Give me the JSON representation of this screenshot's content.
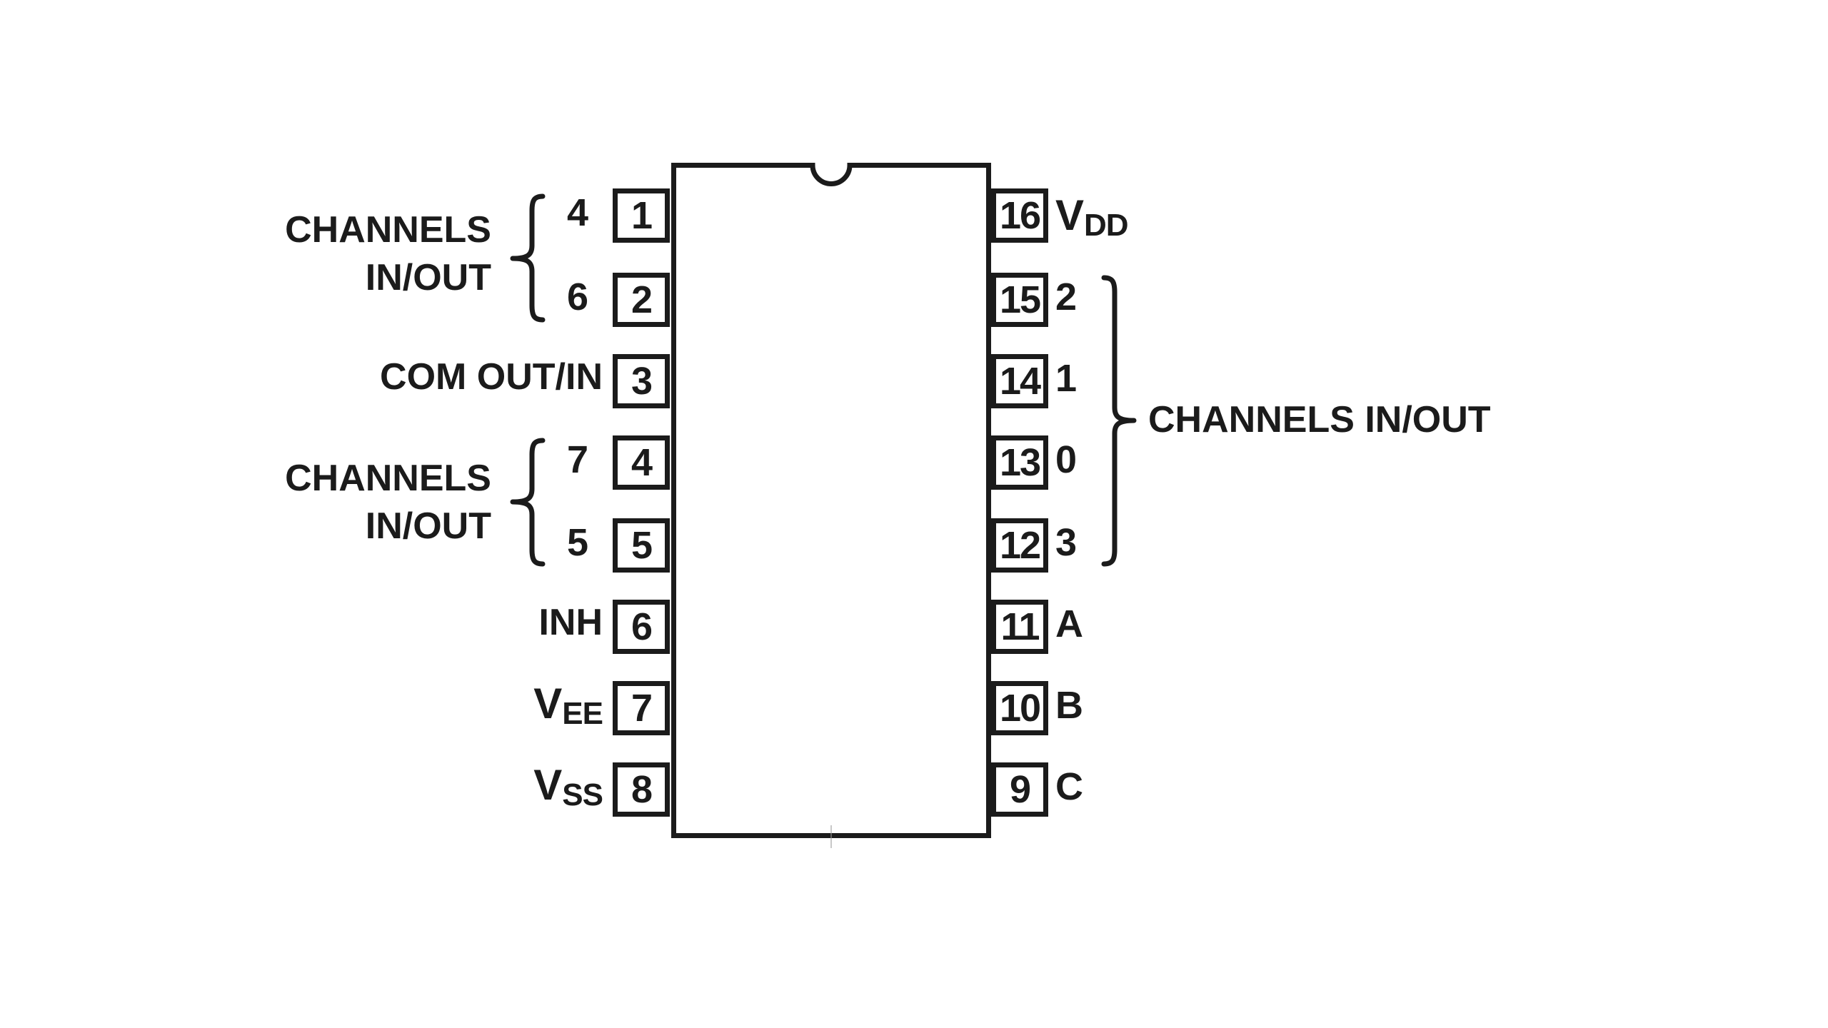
{
  "colors": {
    "ink": "#1b1b1b",
    "background": "#ffffff"
  },
  "chip": {
    "pin_numbers_left": [
      "1",
      "2",
      "3",
      "4",
      "5",
      "6",
      "7",
      "8"
    ],
    "pin_numbers_right": [
      "16",
      "15",
      "14",
      "13",
      "12",
      "11",
      "10",
      "9"
    ]
  },
  "labels": {
    "left": {
      "group1": {
        "line1": "CHANNELS",
        "line2": "IN/OUT",
        "pin1_channel": "4",
        "pin2_channel": "6"
      },
      "com": "COM OUT/IN",
      "group2": {
        "line1": "CHANNELS",
        "line2": "IN/OUT",
        "pin4_channel": "7",
        "pin5_channel": "5"
      },
      "inh": "INH",
      "vee": {
        "base": "V",
        "sub": "EE"
      },
      "vss": {
        "base": "V",
        "sub": "SS"
      }
    },
    "right": {
      "vdd": {
        "base": "V",
        "sub": "DD"
      },
      "pin15_channel": "2",
      "pin14_channel": "1",
      "pin13_channel": "0",
      "pin12_channel": "3",
      "group_label": "CHANNELS IN/OUT",
      "a": "A",
      "b": "B",
      "c": "C"
    }
  }
}
